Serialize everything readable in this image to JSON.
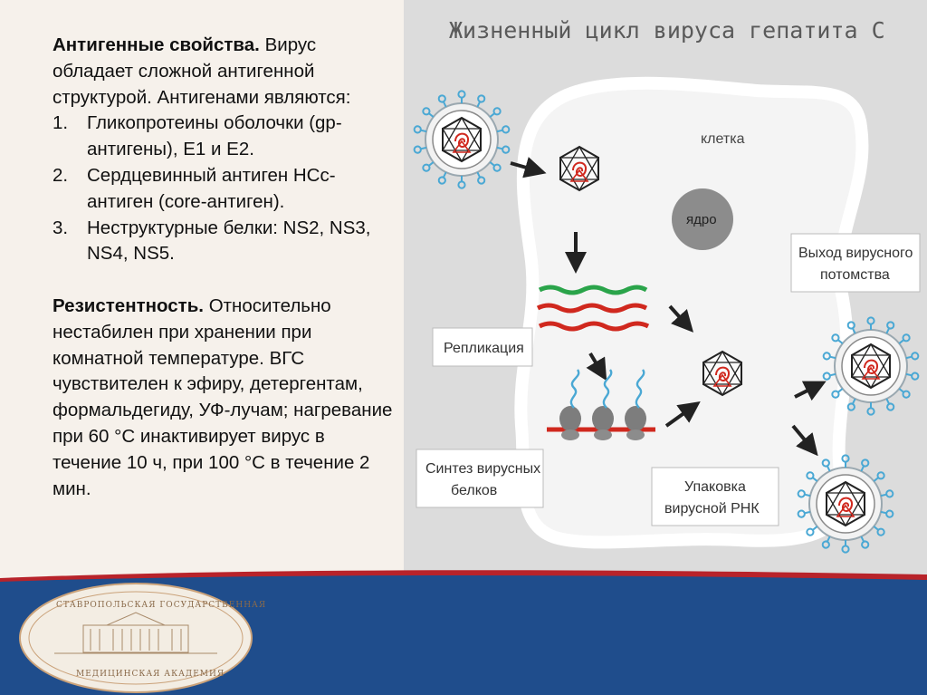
{
  "text": {
    "antigen_title": "Антигенные свойства.",
    "antigen_body": " Вирус обладает сложной антигенной структурой. Антигенами являются:",
    "list": [
      {
        "num": "1.",
        "text": "Гликопротеины оболочки (gp-антигены), Е1 и Е2."
      },
      {
        "num": "2.",
        "text": "Сердцевинный антиген НСс-антиген (core-антиген)."
      },
      {
        "num": "3.",
        "text": "Неструктурные белки: NS2, NS3, NS4, NS5."
      }
    ],
    "resist_title": "Резистентность.",
    "resist_body": " Относительно нестабилен при хранении при комнатной температуре. ВГС чувствителен к эфиру, детергентам, формальдегиду, УФ-лучам; нагревание при 60 °С инактивирует вирус в течение 10 ч, при 100 °С в течение 2 мин."
  },
  "diagram": {
    "title": "Жизненный цикл вируса гепатита С",
    "cell_label": "клетка",
    "nucleus_label": "ядро",
    "replication": "Репликация",
    "synthesis": [
      "Синтез вирусных",
      "белков"
    ],
    "packaging": [
      "Упаковка",
      "вирусной РНК"
    ],
    "exit": [
      "Выход вирусного",
      "потомства"
    ]
  },
  "logo": {
    "top_text": "СТАВРОПОЛЬСКАЯ ГОСУДАРСТВЕННАЯ",
    "bottom_text": "МЕДИЦИНСКАЯ АКАДЕМИЯ"
  },
  "colors": {
    "virus_spike": "#4aa8d4",
    "rna_red": "#d0281e",
    "rna_green": "#2aa44a",
    "footer_blue": "#1f4d8c",
    "footer_red": "#b8232a"
  }
}
